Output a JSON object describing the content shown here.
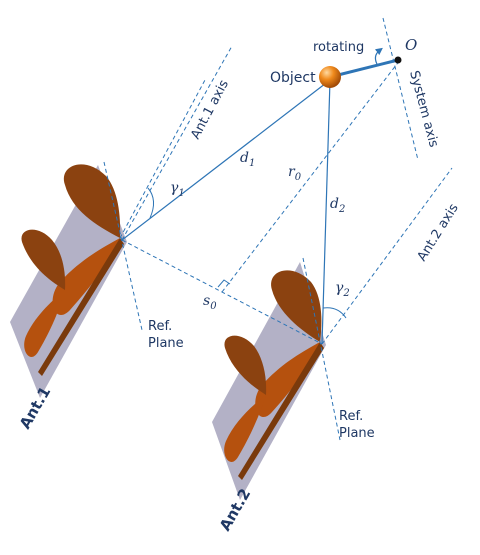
{
  "labels": {
    "origin": "O",
    "rotating": "rotating",
    "object": "Object",
    "ant1_axis": "Ant.1 axis",
    "ant2_axis": "Ant.2 axis",
    "system_axis": "System axis",
    "d1": "d",
    "d1_sub": "1",
    "d2": "d",
    "d2_sub": "2",
    "r0": "r",
    "r0_sub": "0",
    "s0": "s",
    "s0_sub": "0",
    "gamma1": "γ",
    "gamma1_sub": "1",
    "gamma2": "γ",
    "gamma2_sub": "2",
    "ref_plane_1_line1": "Ref.",
    "ref_plane_1_line2": "Plane",
    "ref_plane_2_line1": "Ref.",
    "ref_plane_2_line2": "Plane",
    "ant1": "Ant.1",
    "ant2": "Ant.2"
  },
  "colors": {
    "line": "#2e75b6",
    "dark_text": "#1f3864",
    "board": "#b3b1c6",
    "petal_dark": "#8b4210",
    "petal_light": "#b5510e",
    "object": "#f08a1c"
  }
}
